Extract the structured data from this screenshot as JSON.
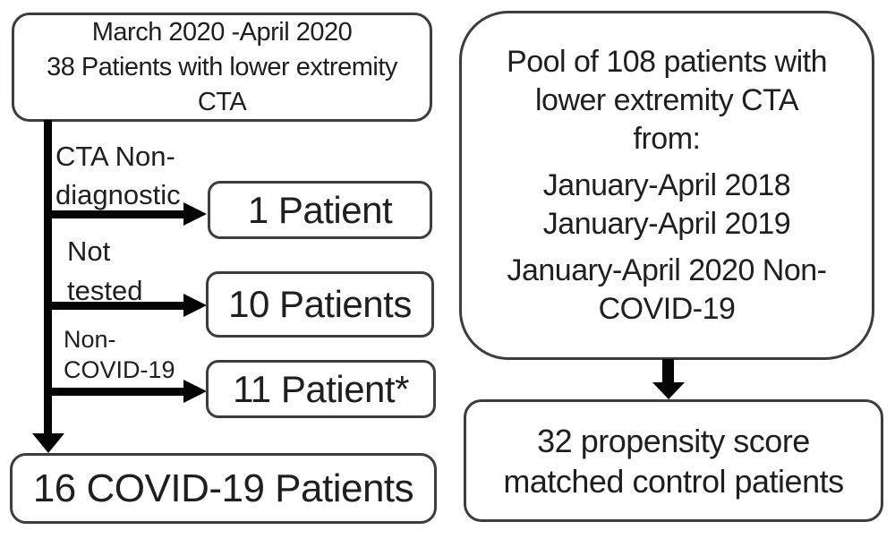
{
  "figure": {
    "kind": "patient-selection-flowchart",
    "background_color": "#ffffff",
    "border_color": "#3d3d3d",
    "arrow_color": "#050505",
    "text_color": "#1f1f1f"
  },
  "left_flow": {
    "source_box": {
      "lines": [
        "March 2020 -April 2020",
        "38 Patients with lower extremity",
        "CTA"
      ]
    },
    "branches": [
      {
        "label_lines": [
          "CTA Non-",
          "diagnostic"
        ],
        "result": "1 Patient"
      },
      {
        "label_lines": [
          "Not",
          "tested"
        ],
        "result": "10 Patients"
      },
      {
        "label_lines": [
          "Non-",
          "COVID-19"
        ],
        "result": "11 Patient*"
      }
    ],
    "final_box": {
      "text": "16 COVID-19 Patients"
    }
  },
  "right_flow": {
    "pool_box": {
      "paragraphs": [
        [
          "Pool of 108 patients with",
          "lower extremity CTA",
          "from:"
        ],
        [
          "January-April 2018",
          "January-April 2019"
        ],
        [
          "January-April 2020 Non-",
          "COVID-19"
        ]
      ]
    },
    "result_box": {
      "lines": [
        "32 propensity score",
        "matched control patients"
      ]
    }
  }
}
